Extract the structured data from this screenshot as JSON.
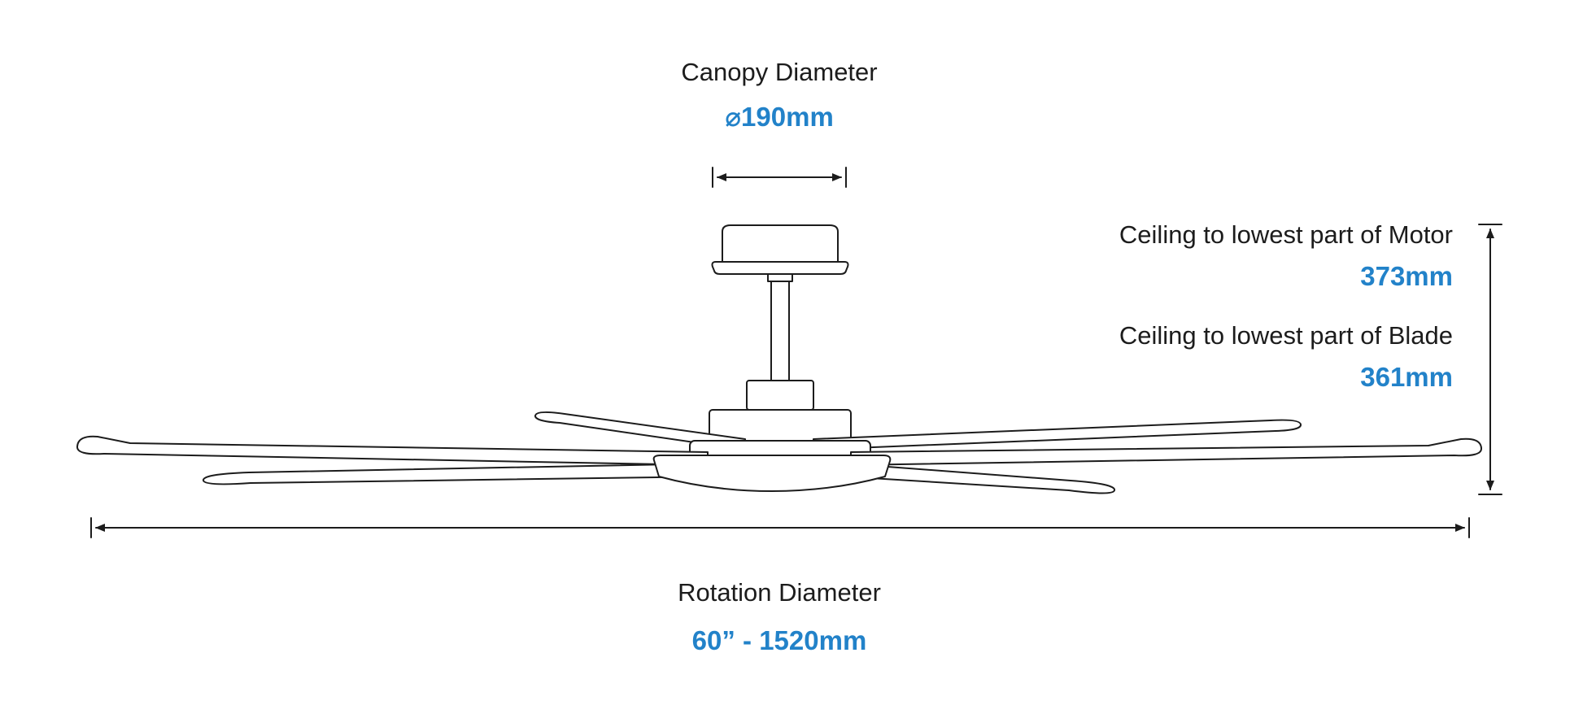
{
  "diagram": {
    "title": "Ceiling fan dimension diagram",
    "canopy": {
      "label": "Canopy Diameter",
      "value": "⌀190mm"
    },
    "motor_clearance": {
      "label": "Ceiling to lowest part of Motor",
      "value": "373mm"
    },
    "blade_clearance": {
      "label": "Ceiling to lowest part of Blade",
      "value": "361mm"
    },
    "rotation": {
      "label": "Rotation Diameter",
      "value": "60” - 1520mm"
    }
  },
  "colors": {
    "accent_blue": "#2282c9",
    "line_black": "#1c1c1c",
    "background": "#ffffff"
  }
}
